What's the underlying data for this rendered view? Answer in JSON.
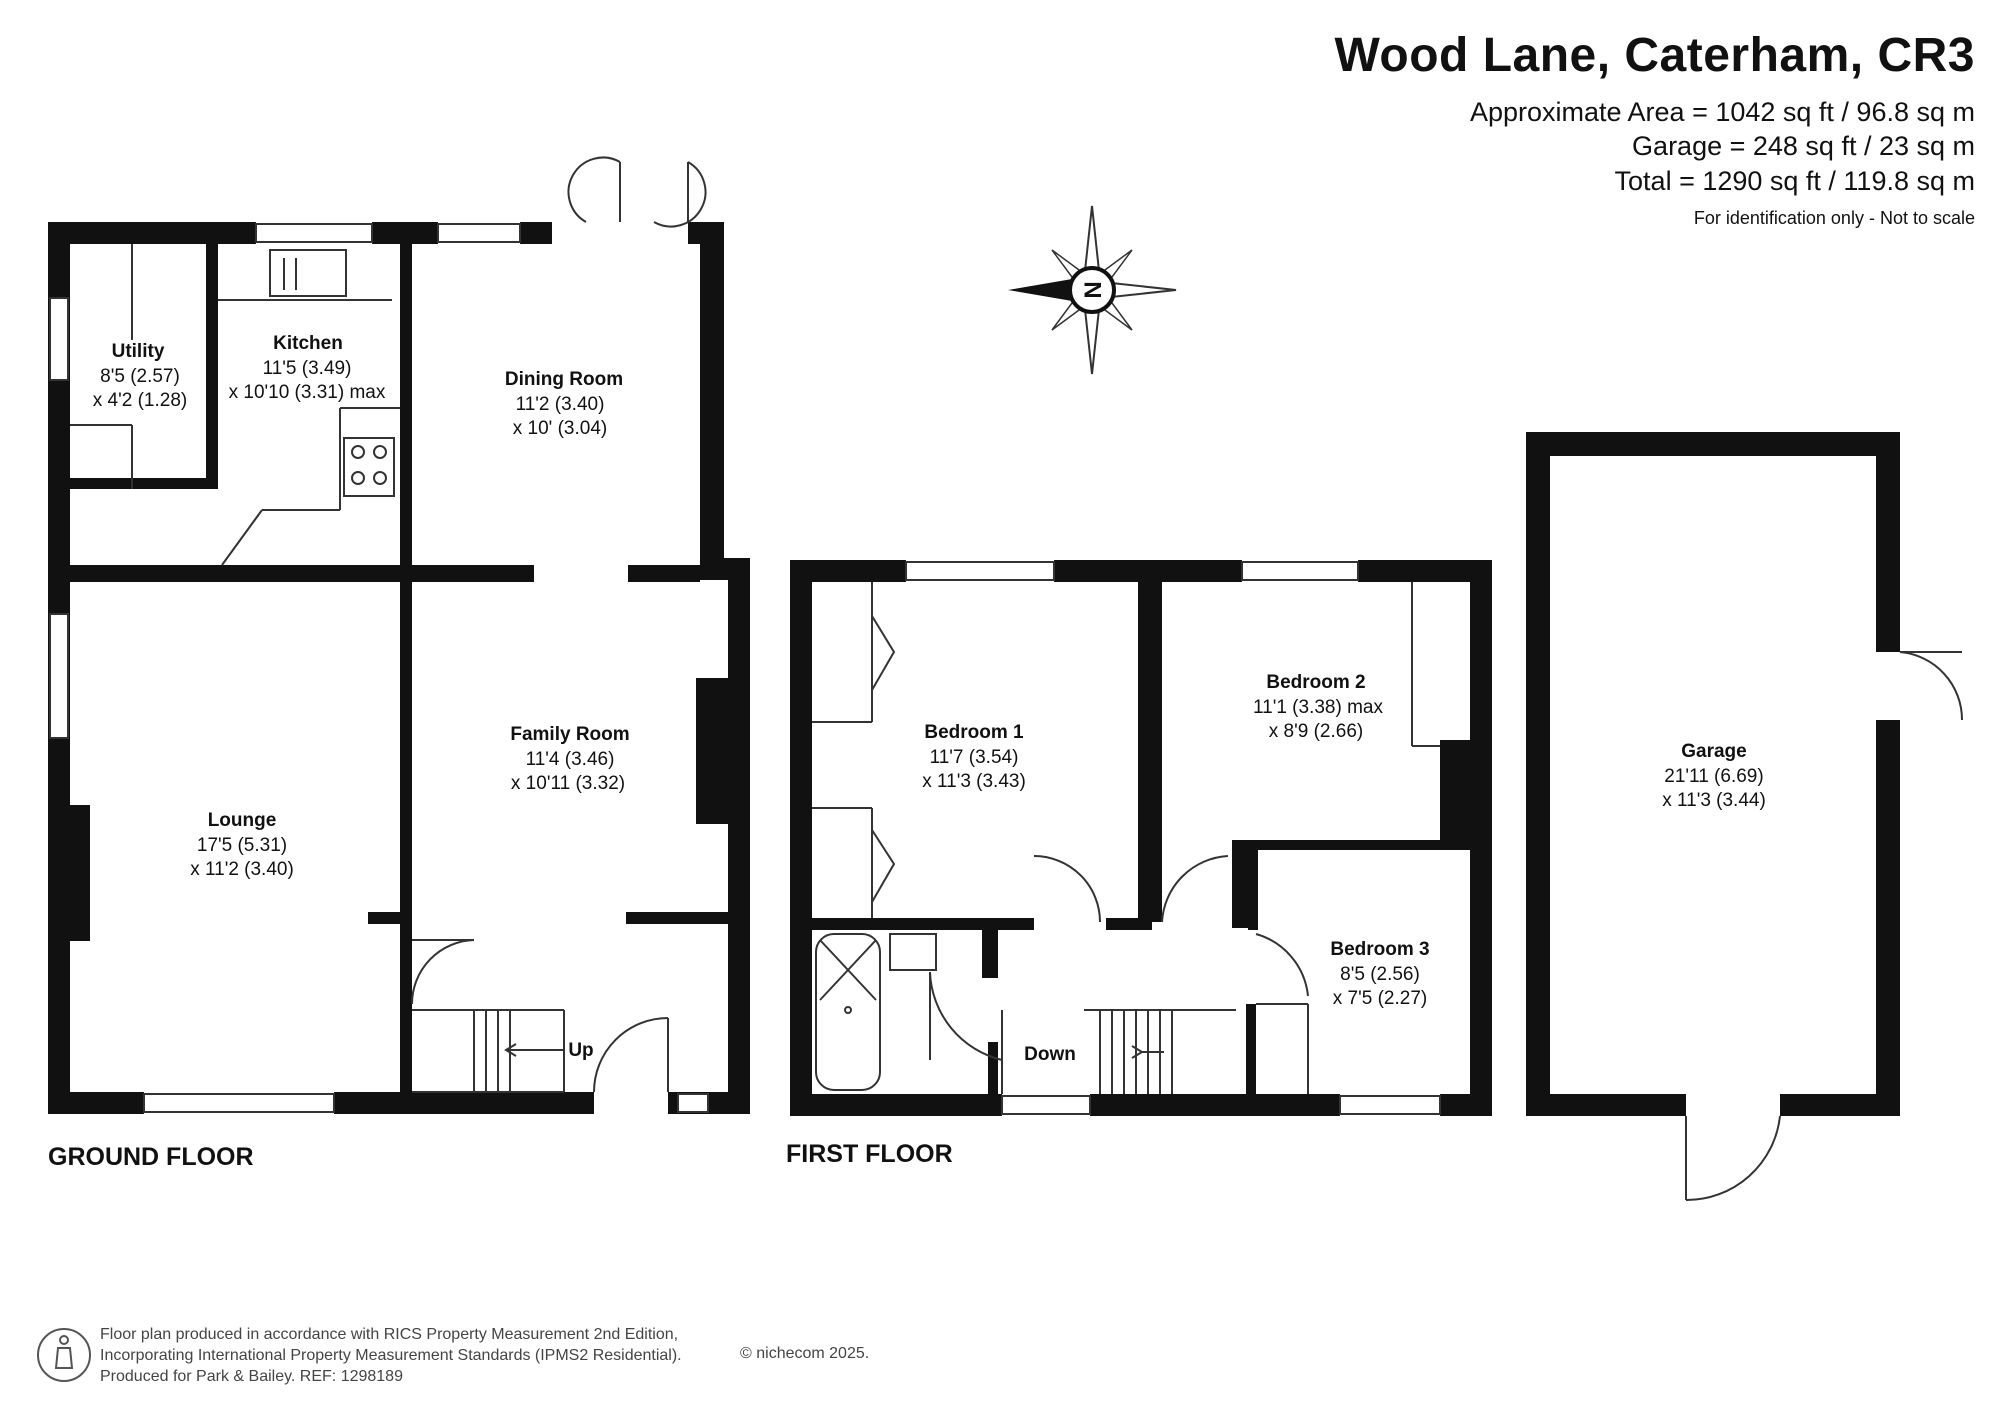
{
  "header": {
    "title": "Wood Lane, Caterham, CR3",
    "approx_area": "Approximate Area = 1042 sq ft / 96.8 sq m",
    "garage_area": "Garage = 248 sq ft / 23 sq m",
    "total_area": "Total = 1290 sq ft / 119.8 sq m",
    "disclaimer": "For identification only - Not to scale"
  },
  "compass": {
    "letter": "N"
  },
  "floors": {
    "ground": "GROUND FLOOR",
    "first": "FIRST FLOOR"
  },
  "rooms": {
    "utility": {
      "name": "Utility",
      "dim1": "8'5 (2.57)",
      "dim2": "x 4'2 (1.28)"
    },
    "kitchen": {
      "name": "Kitchen",
      "dim1": "11'5 (3.49)",
      "dim2": "x 10'10 (3.31) max"
    },
    "dining": {
      "name": "Dining Room",
      "dim1": "11'2 (3.40)",
      "dim2": "x 10' (3.04)"
    },
    "family": {
      "name": "Family Room",
      "dim1": "11'4 (3.46)",
      "dim2": "x 10'11 (3.32)"
    },
    "lounge": {
      "name": "Lounge",
      "dim1": "17'5 (5.31)",
      "dim2": "x 11'2 (3.40)"
    },
    "bedroom1": {
      "name": "Bedroom 1",
      "dim1": "11'7 (3.54)",
      "dim2": "x 11'3 (3.43)"
    },
    "bedroom2": {
      "name": "Bedroom 2",
      "dim1": "11'1 (3.38) max",
      "dim2": "x 8'9 (2.66)"
    },
    "bedroom3": {
      "name": "Bedroom 3",
      "dim1": "8'5 (2.56)",
      "dim2": "x 7'5 (2.27)"
    },
    "garage": {
      "name": "Garage",
      "dim1": "21'11 (6.69)",
      "dim2": "x 11'3 (3.44)"
    }
  },
  "stairs": {
    "up": "Up",
    "down": "Down"
  },
  "footer": {
    "line1": "Floor plan produced in accordance with RICS Property Measurement 2nd Edition,",
    "line2": "Incorporating International Property Measurement Standards (IPMS2 Residential).",
    "line3": "Produced for Park & Bailey.   REF:  1298189",
    "copyright": "© nichecom 2025."
  },
  "colors": {
    "wall": "#111111",
    "line": "#333333"
  }
}
